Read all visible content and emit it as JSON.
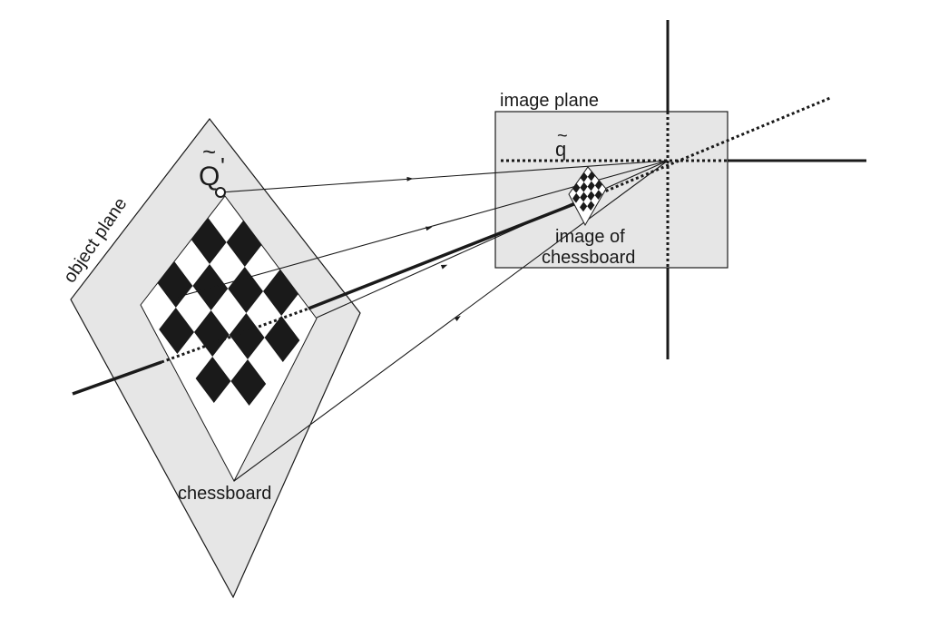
{
  "labels": {
    "image_plane": "image plane",
    "object_plane": "object plane",
    "q_tilde": "q",
    "q_big": "Q",
    "prime": "'",
    "tilde": "~",
    "image_of": "image of",
    "chessboard_img": "chessboard",
    "chessboard": "chessboard"
  },
  "colors": {
    "plane_fill": "#e6e6e6",
    "stroke": "#1a1a1a",
    "square": "#1a1a1a"
  }
}
